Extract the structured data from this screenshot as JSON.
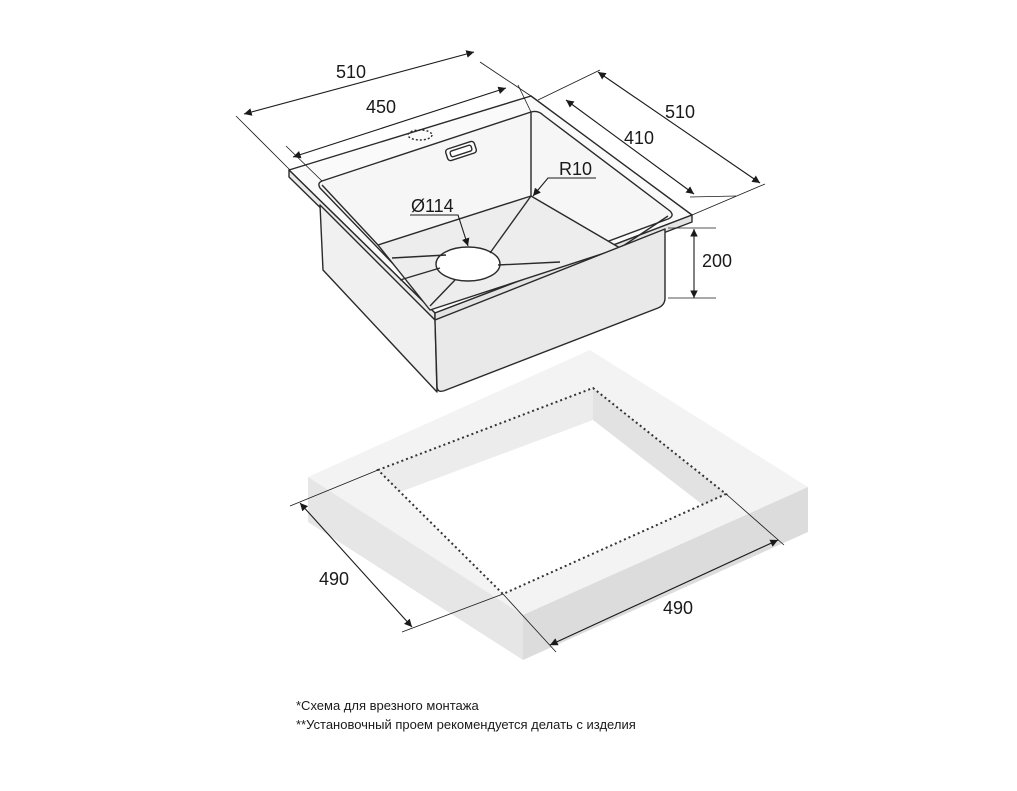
{
  "sink": {
    "overall_width": "510",
    "overall_depth": "510",
    "bowl_width": "450",
    "bowl_depth": "410",
    "corner_radius": "R10",
    "drain_diameter": "Ø114",
    "bowl_height": "200"
  },
  "cutout": {
    "width_left": "490",
    "width_right": "490"
  },
  "notes": {
    "line1": "*Схема для врезного монтажа",
    "line2": "**Установочный проем рекомендуется делать с изделия"
  }
}
